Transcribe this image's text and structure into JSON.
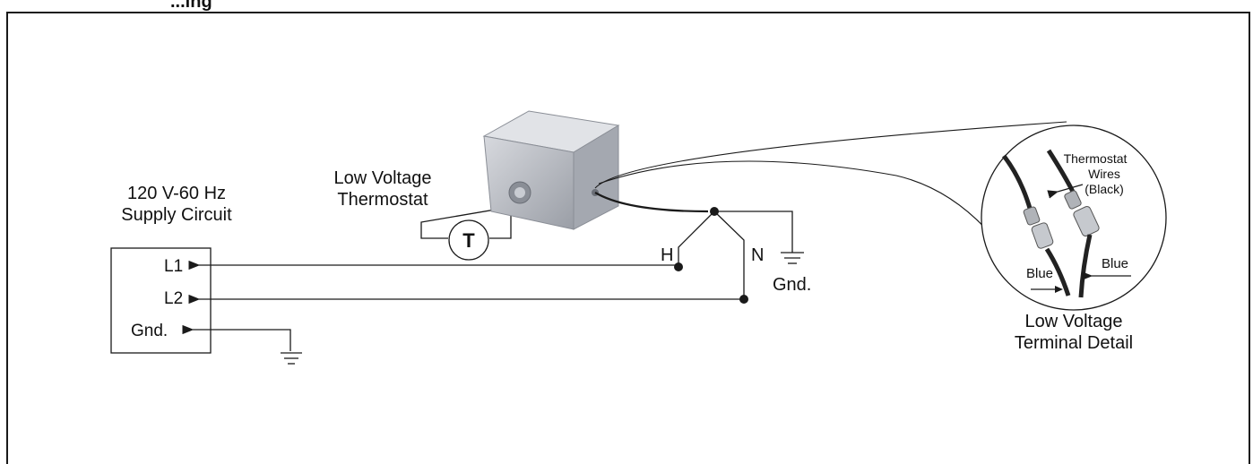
{
  "header_fragment": "...ing",
  "supply": {
    "title_line1": "120 V-60 Hz",
    "title_line2": "Supply Circuit",
    "l1": "L1",
    "l2": "L2",
    "gnd": "Gnd."
  },
  "thermostat": {
    "title_line1": "Low Voltage",
    "title_line2": "Thermostat",
    "symbol": "T"
  },
  "junction": {
    "h": "H",
    "n": "N",
    "gnd": "Gnd."
  },
  "detail": {
    "thermostat_wires_line1": "Thermostat",
    "thermostat_wires_line2": "Wires",
    "thermostat_wires_line3": "(Black)",
    "blue_left": "Blue",
    "blue_right": "Blue",
    "caption_line1": "Low Voltage",
    "caption_line2": "Terminal Detail"
  },
  "colors": {
    "line": "#1a1a1a",
    "box_face": "#b9bcc4",
    "box_top": "#d4d6dc",
    "box_side": "#8f939c"
  }
}
